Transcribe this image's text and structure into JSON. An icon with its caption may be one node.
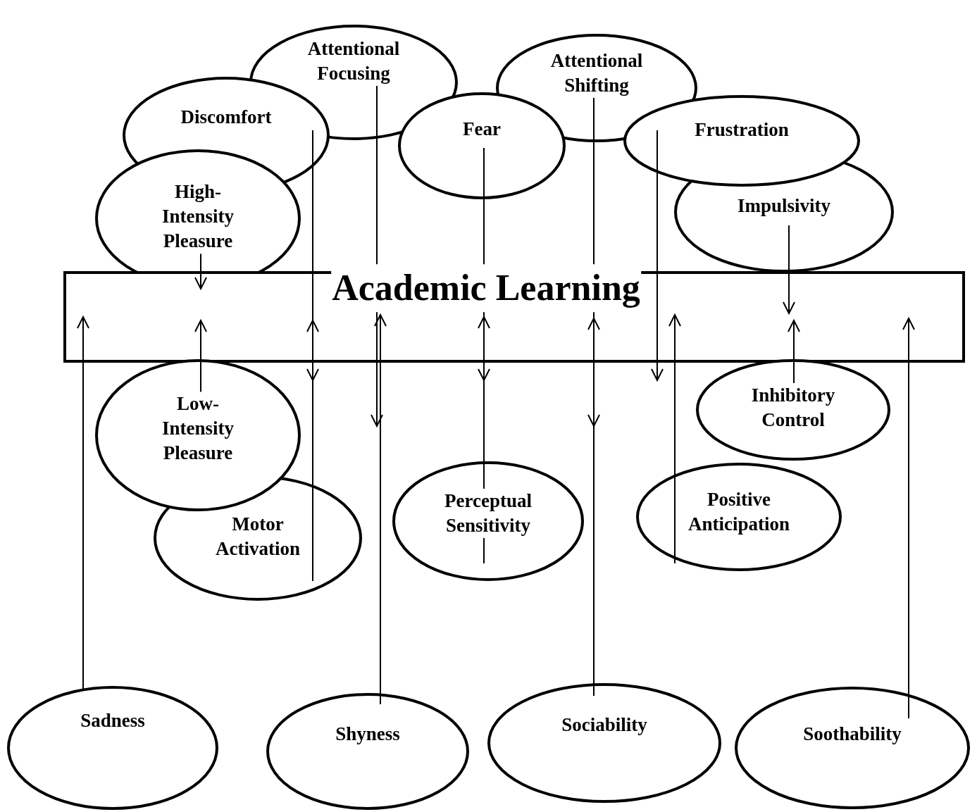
{
  "diagram": {
    "nodes": [
      {
        "text": [
          "Attentional Focusing"
        ]
      },
      {
        "text": [
          "Attentional Shifting"
        ]
      },
      {
        "text": [
          "Discomfort"
        ]
      },
      {
        "text": [
          "Fear"
        ]
      },
      {
        "text": [
          "Impulsivity"
        ]
      },
      {
        "text": [
          "Frustration"
        ]
      },
      {
        "text": [
          "High-Intensity Pleasure"
        ]
      },
      {
        "text": [
          "Academic Learning"
        ]
      },
      {
        "text": [
          "Motor Activation"
        ]
      },
      {
        "text": [
          "Low-Intensity Pleasure"
        ]
      },
      {
        "text": [
          "Inhibitory Control"
        ]
      },
      {
        "text": [
          "Perceptual Sensitivity"
        ]
      },
      {
        "text": [
          "Positive Anticipation"
        ]
      },
      {
        "text": [
          "Sadness"
        ]
      },
      {
        "text": [
          "Shyness"
        ]
      },
      {
        "text": [
          "Sociability"
        ]
      },
      {
        "text": [
          "Soothability"
        ]
      }
    ],
    "edges": [
      {
        "from": 0,
        "to": 7,
        "arrow": "to"
      },
      {
        "from": 1,
        "to": 7,
        "arrow": "to"
      },
      {
        "from": 2,
        "to": 7,
        "arrow": "to"
      },
      {
        "from": 3,
        "to": 7,
        "arrow": "to"
      },
      {
        "from": 4,
        "to": 7,
        "arrow": "to"
      },
      {
        "from": 5,
        "to": 7,
        "arrow": "to"
      },
      {
        "from": 6,
        "to": 7,
        "arrow": "to"
      },
      {
        "from": 8,
        "to": 7,
        "arrow": "to"
      },
      {
        "from": 9,
        "to": 7,
        "arrow": "to"
      },
      {
        "from": 10,
        "to": 7,
        "arrow": "to"
      },
      {
        "from": 11,
        "to": 7,
        "arrow": "to"
      },
      {
        "from": 12,
        "to": 7,
        "arrow": "to"
      },
      {
        "from": 13,
        "to": 7,
        "arrow": "to"
      },
      {
        "from": 14,
        "to": 7,
        "arrow": "to"
      },
      {
        "from": 15,
        "to": 7,
        "arrow": "to"
      },
      {
        "from": 16,
        "to": 7,
        "arrow": "to"
      }
    ]
  }
}
